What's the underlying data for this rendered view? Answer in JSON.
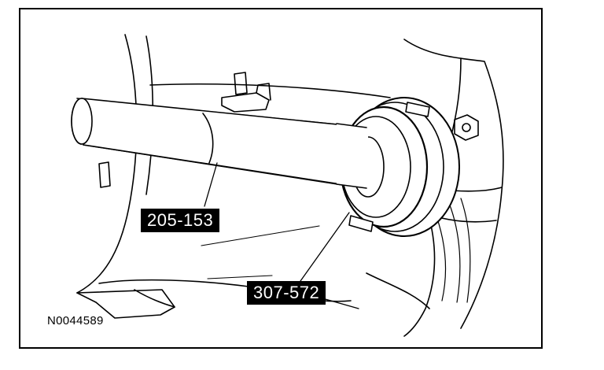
{
  "callouts": {
    "tool_1": "205-153",
    "tool_2": "307-572"
  },
  "figure_id": "N0044589",
  "colors": {
    "line": "#000000",
    "label_background": "#000000",
    "label_text": "#ffffff",
    "background": "#ffffff"
  }
}
